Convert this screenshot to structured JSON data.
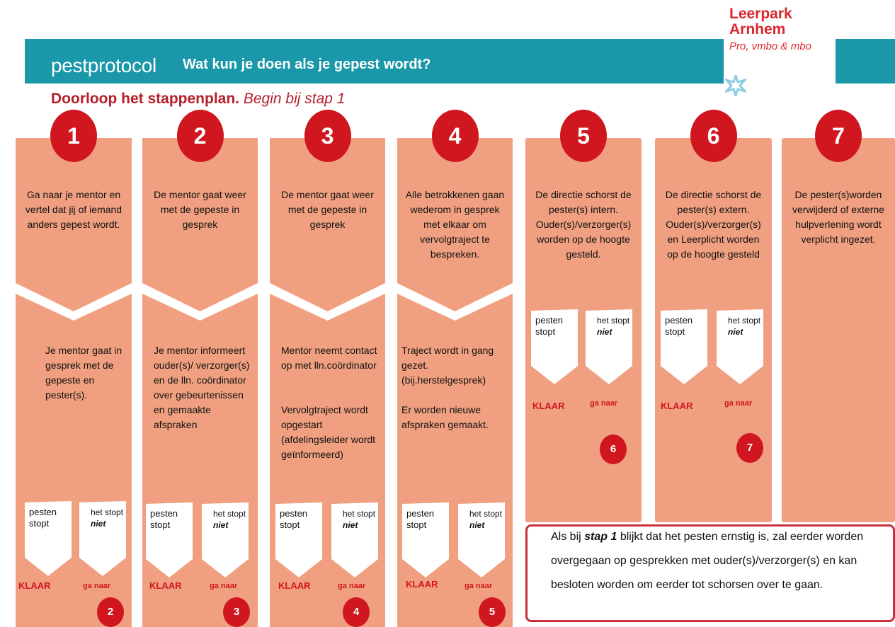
{
  "header": {
    "title": "pestprotocol",
    "subtitle": "Wat kun je doen als je gepest wordt?"
  },
  "logo": {
    "line1": "Leerpark",
    "line2": "Arnhem",
    "line3": "Pro, vmbo & mbo",
    "star_icon": "star-icon"
  },
  "intro": {
    "bold": "Doorloop het stappenplan.",
    "italic": "Begin bij stap 1"
  },
  "labels": {
    "pesten_stopt": "pesten stopt",
    "het_stopt": "het stopt",
    "niet": "niet",
    "klaar": "KLAAR",
    "ga_naar": "ga naar"
  },
  "steps": [
    {
      "number": "1",
      "top_text": "Ga naar je mentor en vertel dat jij of iemand anders gepest wordt.",
      "bottom_text": "Je mentor gaat in gesprek met de gepeste en pester(s).",
      "next": "2"
    },
    {
      "number": "2",
      "top_text": "De mentor gaat weer met de gepeste in gesprek",
      "bottom_text": "Je mentor informeert ouder(s)/ verzorger(s) en de lln. coördinator over gebeurtenissen en gemaakte afspraken",
      "next": "3"
    },
    {
      "number": "3",
      "top_text": "De mentor gaat weer met de gepeste in gesprek",
      "bottom_text": "Mentor neemt contact op met lln.coördinator",
      "bottom_text_2": "Vervolgtraject wordt opgestart (afdelingsleider wordt geïnformeerd)",
      "next": "4"
    },
    {
      "number": "4",
      "top_text": "Alle betrokkenen gaan wederom in gesprek met elkaar om vervolgtraject te bespreken.",
      "bottom_text": "Traject wordt in gang gezet. (bij.herstelgesprek)",
      "bottom_text_2": "Er worden nieuwe afspraken gemaakt.",
      "next": "5"
    },
    {
      "number": "5",
      "top_text": "De directie schorst de pester(s) intern. Ouder(s)/verzorger(s) worden op de hoogte gesteld.",
      "next": "6"
    },
    {
      "number": "6",
      "top_text": "De directie schorst de pester(s) extern. Ouder(s)/verzorger(s) en Leerplicht worden op de hoogte gesteld",
      "next": "7"
    },
    {
      "number": "7",
      "top_text": "De pester(s)worden verwijderd of externe hulpverlening wordt verplicht ingezet."
    }
  ],
  "note": {
    "pre": "Als bij ",
    "bold": "stap 1",
    "post": " blijkt dat het pesten ernstig is, zal eerder worden overgegaan op gesprekken met ouder(s)/verzorger(s) en kan besloten worden om eerder tot schorsen over te gaan."
  },
  "colors": {
    "banner": "#1a97a8",
    "panel": "#f0a080",
    "accent_red": "#d0161e",
    "title_red": "#b5202b"
  }
}
